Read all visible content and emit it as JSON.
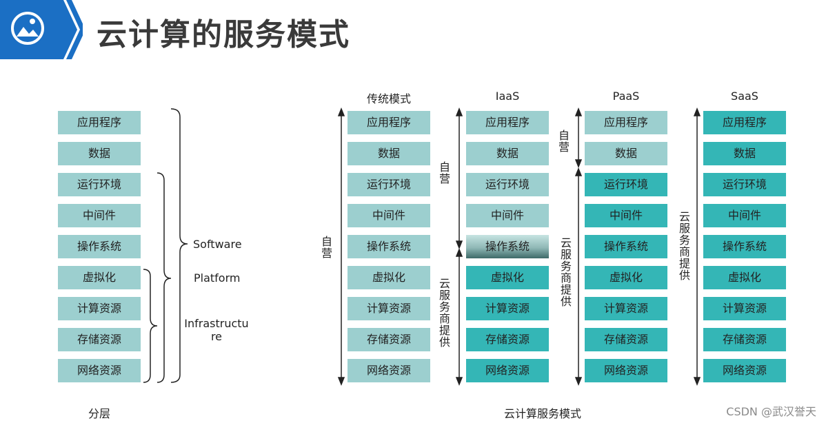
{
  "title": "云计算的服务模式",
  "layers": [
    "应用程序",
    "数据",
    "运行环境",
    "中间件",
    "操作系统",
    "虚拟化",
    "计算资源",
    "存储资源",
    "网络资源"
  ],
  "layer_groups": [
    "Software",
    "Platform",
    "Infrastructure"
  ],
  "layers_caption": "分层",
  "models_caption": "云计算服务模式",
  "models": [
    {
      "name": "传统模式",
      "side_labels": [
        "自营"
      ]
    },
    {
      "name": "IaaS",
      "side_labels": [
        "自营",
        "云服务商提供"
      ]
    },
    {
      "name": "PaaS",
      "side_labels": [
        "自营",
        "云服务商提供"
      ]
    },
    {
      "name": "SaaS",
      "side_labels": [
        "云服务商提供"
      ]
    }
  ],
  "colors": {
    "self_managed": "#9ccfcf",
    "provider_managed": "#34b6b6",
    "badge": "#1b6fc4"
  },
  "watermark": "CSDN @武汉誉天"
}
